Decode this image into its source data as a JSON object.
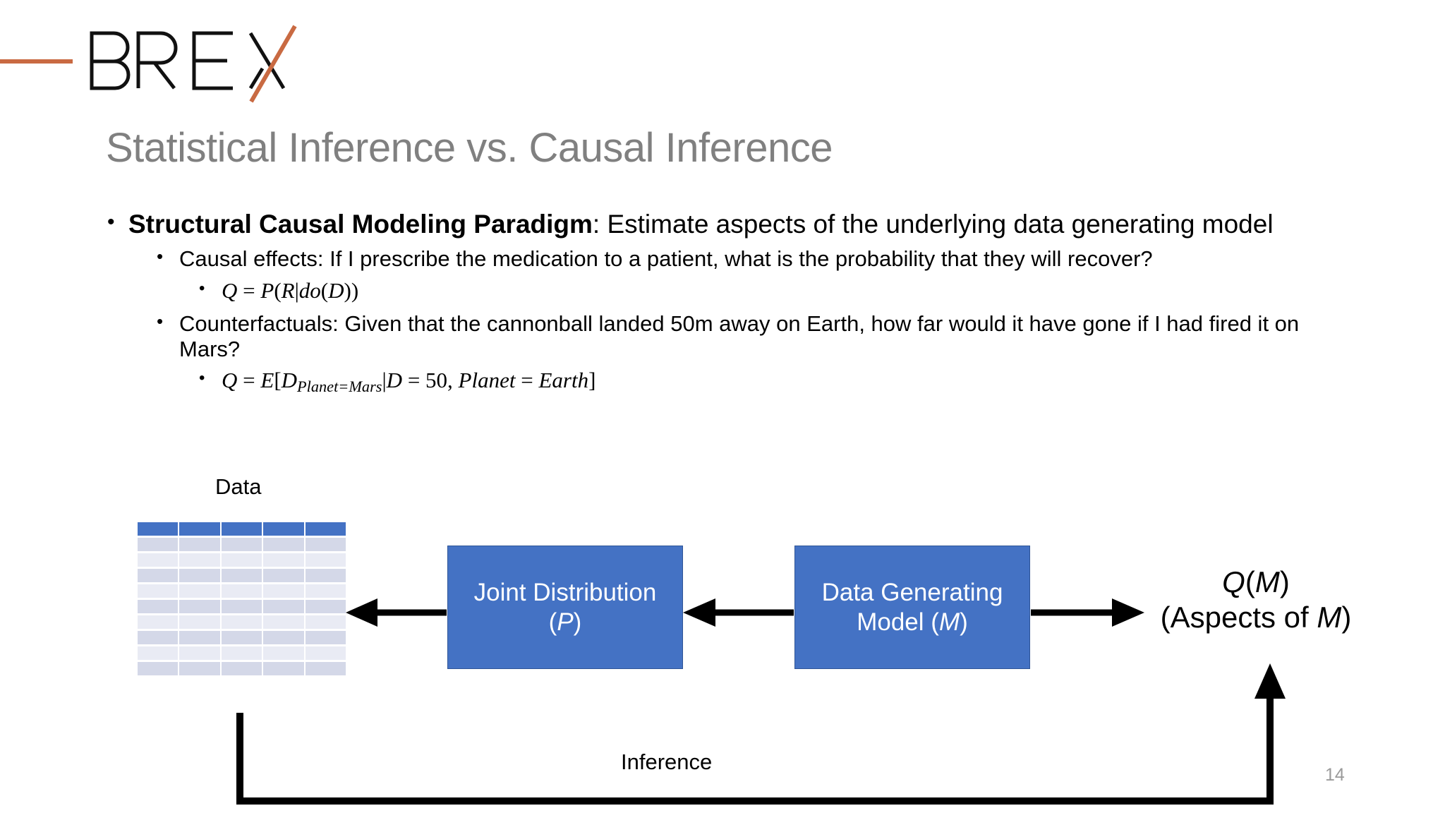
{
  "brand": {
    "logo_text": "BREX",
    "accent_color": "#C96A42",
    "logo_mark_color": "#0d0d0d"
  },
  "slide": {
    "title": "Statistical Inference vs. Causal Inference",
    "title_color": "#808080",
    "page_number": "14",
    "background": "#ffffff"
  },
  "content": {
    "bullet_glyph": "•",
    "b1_bold": "Structural Causal Modeling Paradigm",
    "b1_rest": ": Estimate aspects of the underlying data generating model",
    "b2": "Causal effects: If I prescribe the medication to a patient, what is the probability that they will recover?",
    "b2_math": {
      "q": "Q",
      "eq": " = ",
      "p": "P",
      "open": "(",
      "r": "R",
      "bar": "|",
      "do": "do",
      "open2": "(",
      "d": "D",
      "close": "))"
    },
    "b3": "Counterfactuals: Given that the cannonball landed 50m away on Earth, how far would it have gone if I had fired it on Mars?",
    "b3_math": {
      "q": "Q",
      "eq": " = ",
      "e": "E",
      "lbracket": "[",
      "d1": "D",
      "sub": "Planet=Mars",
      "bar": "|",
      "d2": "D",
      "eq2": " = ",
      "fifty": "50",
      "comma": ", ",
      "planet": "Planet",
      "eq3": " = ",
      "earth": "Earth",
      "rbracket": "]"
    }
  },
  "diagram": {
    "data_label": "Data",
    "inference_label": "Inference",
    "box_color": "#4472C4",
    "box_border_color": "#2F5597",
    "arrow_color": "#000000",
    "table": {
      "columns": 5,
      "header_color": "#4472C4",
      "band_a_color": "#D4D8E8",
      "band_b_color": "#E9EBF4",
      "body_rows": 9
    },
    "joint_box": {
      "line1": "Joint Distribution",
      "line2_open": "(",
      "line2_sym": "P",
      "line2_close": ")"
    },
    "dgm_box": {
      "line1": "Data Generating",
      "line2_pre": "Model (",
      "line2_sym": "M",
      "line2_post": ")"
    },
    "output": {
      "line1_q": "Q",
      "line1_open": "(",
      "line1_m": "M",
      "line1_close": ")",
      "line2_pre": "(Aspects of ",
      "line2_m": "M",
      "line2_post": ")"
    }
  }
}
